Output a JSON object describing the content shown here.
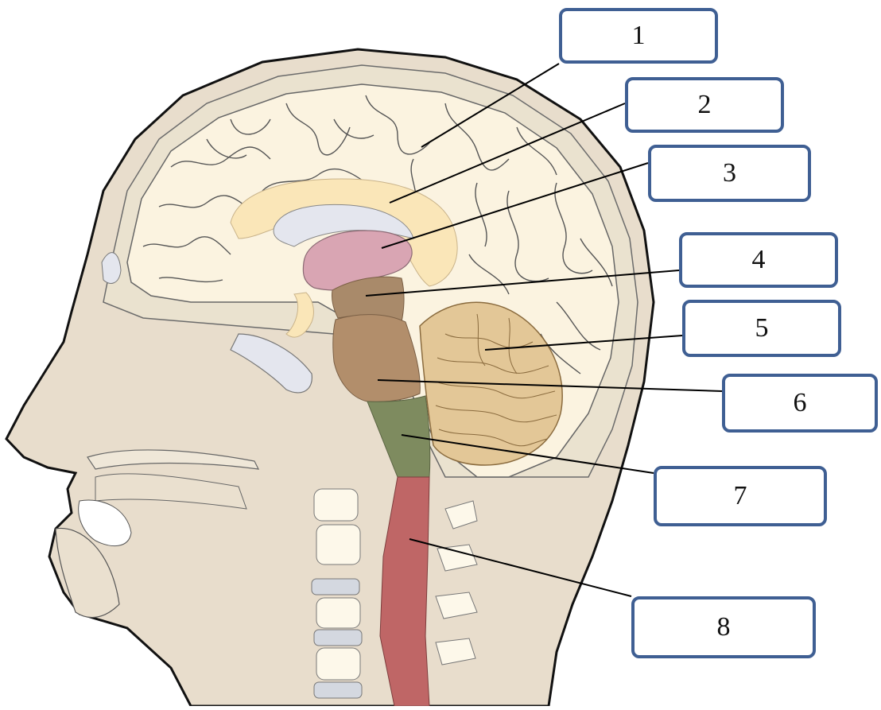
{
  "diagram": {
    "labels": [
      {
        "id": "1",
        "text": "1"
      },
      {
        "id": "2",
        "text": "2"
      },
      {
        "id": "3",
        "text": "3"
      },
      {
        "id": "4",
        "text": "4"
      },
      {
        "id": "5",
        "text": "5"
      },
      {
        "id": "6",
        "text": "6"
      },
      {
        "id": "7",
        "text": "7"
      },
      {
        "id": "8",
        "text": "8"
      }
    ],
    "colors": {
      "skin": "#e8ddcc",
      "skull": "#eae2cf",
      "brain": "#fbf3e0",
      "corpus_callosum": "#fae6b8",
      "ventricle": "#e4e6ee",
      "thalamus": "#d9a5b3",
      "midbrain": "#a98a6a",
      "pons": "#b28e6b",
      "medulla": "#7e8b5f",
      "spinal_cord": "#bf6666",
      "cerebellum": "#e3c797",
      "vertebra": "#fdf8ea",
      "disc": "#d4d8e0",
      "label_border": "#3f5f93"
    }
  }
}
